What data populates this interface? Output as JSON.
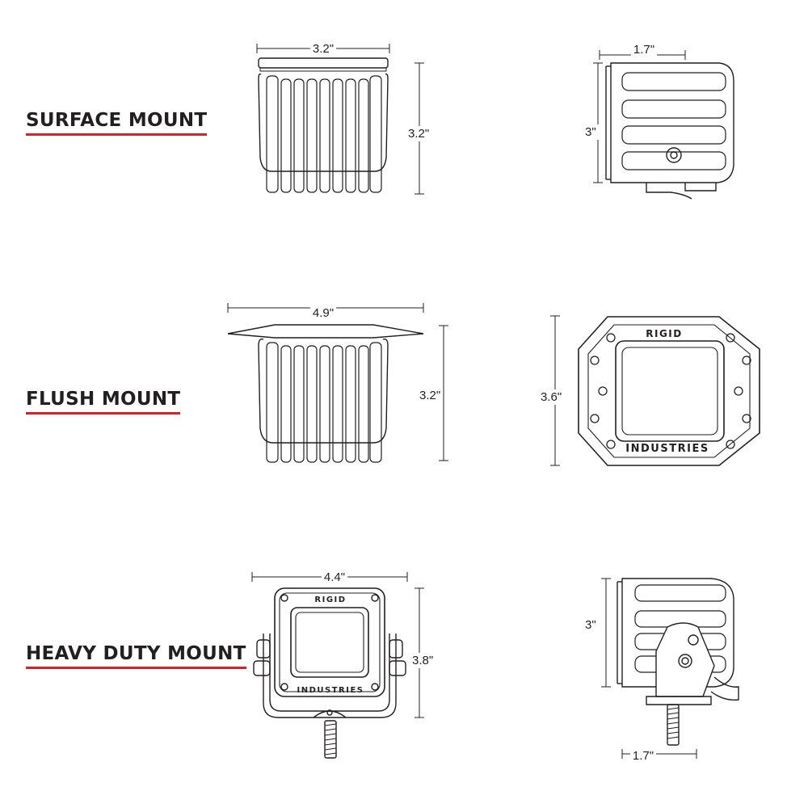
{
  "mounts": [
    {
      "title": "SURFACE MOUNT",
      "front_width": "3.2\"",
      "front_height": "3.2\"",
      "side_depth": "1.7\"",
      "side_height": "3\""
    },
    {
      "title": "FLUSH MOUNT",
      "front_width": "4.9\"",
      "front_height": "3.2\"",
      "face_height": "3.6\"",
      "brand_top": "RIGID",
      "brand_bottom": "INDUSTRIES"
    },
    {
      "title": "HEAVY DUTY MOUNT",
      "front_width": "4.4\"",
      "front_height": "3.8\"",
      "side_height": "3\"",
      "side_depth": "1.7\"",
      "brand_top": "RIGID",
      "brand_bottom": "INDUSTRIES"
    }
  ],
  "colors": {
    "accent_underline": "#d2232a",
    "line": "#231f20"
  }
}
